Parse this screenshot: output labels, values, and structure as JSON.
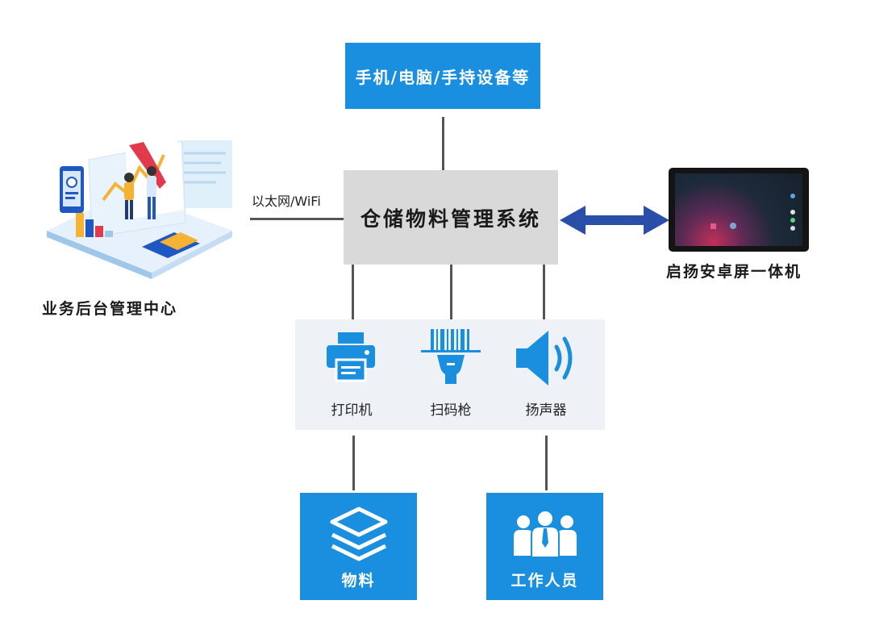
{
  "devices_box": {
    "label": "手机/电脑/手持设备等"
  },
  "network_label": "以太网/WiFi",
  "wms": {
    "label": "仓储物料管理系统"
  },
  "backend": {
    "label": "业务后台管理中心"
  },
  "tablet": {
    "label": "启扬安卓屏一体机"
  },
  "peripherals": {
    "printer": "打印机",
    "scanner": "扫码枪",
    "speaker": "扬声器"
  },
  "material": {
    "label": "物料"
  },
  "staff": {
    "label": "工作人员"
  },
  "colors": {
    "accent_blue": "#1a8fe0",
    "arrow_blue": "#2a4fa8",
    "connector_gray": "#555555",
    "center_box_gray": "#d9d9d9",
    "panel_gray": "#eef1f5"
  }
}
